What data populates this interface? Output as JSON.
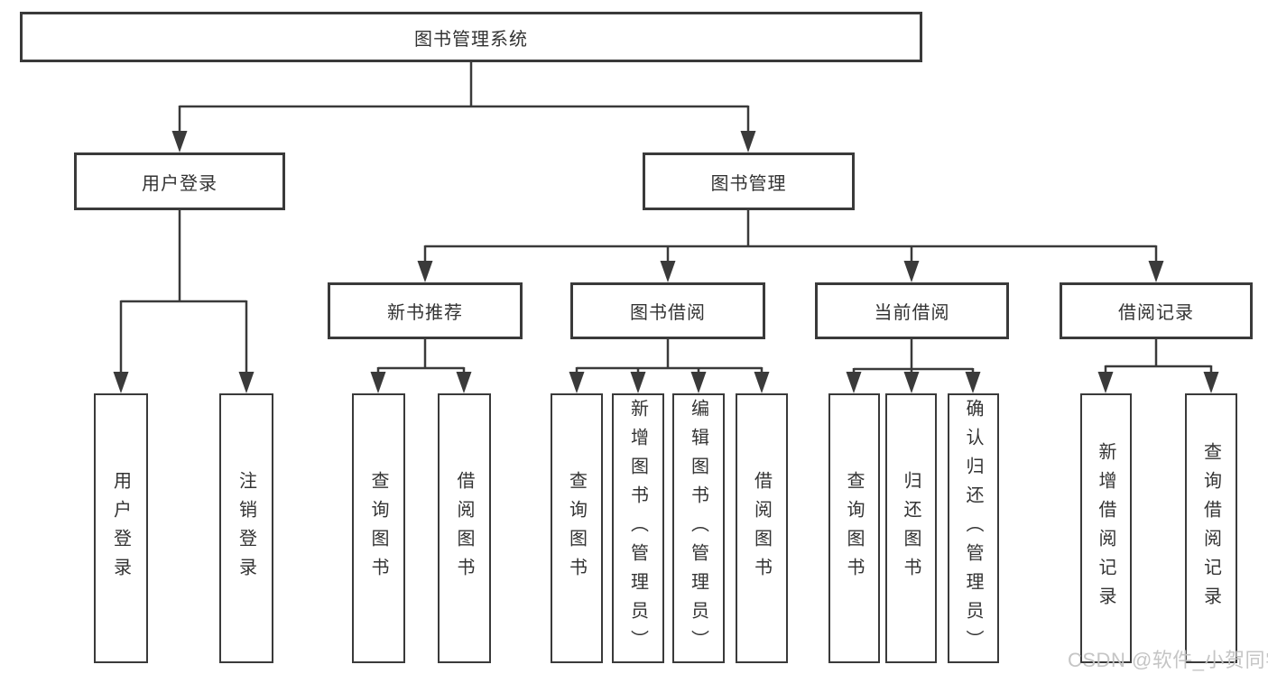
{
  "tree": {
    "label": "图书管理系统",
    "children": [
      {
        "label": "用户登录",
        "children": [
          {
            "label": "用户登录"
          },
          {
            "label": "注销登录"
          }
        ]
      },
      {
        "label": "图书管理",
        "children": [
          {
            "label": "新书推荐",
            "children": [
              {
                "label": "查询图书"
              },
              {
                "label": "借阅图书"
              }
            ]
          },
          {
            "label": "图书借阅",
            "children": [
              {
                "label": "查询图书"
              },
              {
                "label": "新增图书（管理员）"
              },
              {
                "label": "编辑图书（管理员）"
              },
              {
                "label": "借阅图书"
              }
            ]
          },
          {
            "label": "当前借阅",
            "children": [
              {
                "label": "查询图书"
              },
              {
                "label": "归还图书"
              },
              {
                "label": "确认归还（管理员）"
              }
            ]
          },
          {
            "label": "借阅记录",
            "children": [
              {
                "label": "新增借阅记录"
              },
              {
                "label": "查询借阅记录"
              }
            ]
          }
        ]
      }
    ]
  },
  "watermark": "CSDN @软件_小贺同学",
  "colors": {
    "line": "#3a3a3a",
    "text": "#333333",
    "watermark": "#c2c2c2",
    "background": "#ffffff"
  }
}
